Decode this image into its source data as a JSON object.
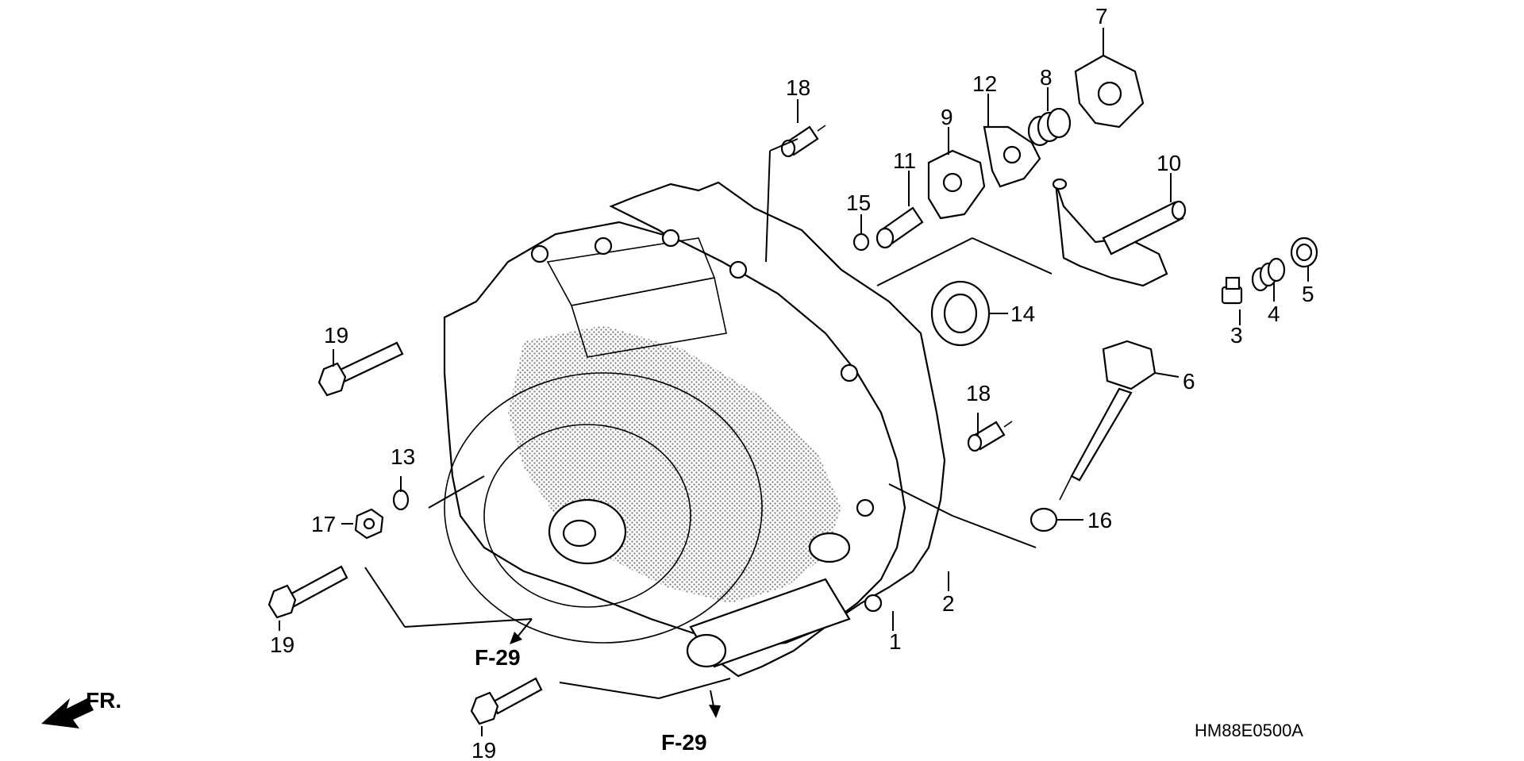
{
  "diagram": {
    "code": "HM88E0500A",
    "front_label": "FR.",
    "ref_labels": {
      "f29_a": "F-29",
      "f29_b": "F-29"
    },
    "callouts": [
      {
        "id": "c1",
        "text": "1"
      },
      {
        "id": "c2",
        "text": "2"
      },
      {
        "id": "c3",
        "text": "3"
      },
      {
        "id": "c4",
        "text": "4"
      },
      {
        "id": "c5",
        "text": "5"
      },
      {
        "id": "c6",
        "text": "6"
      },
      {
        "id": "c7",
        "text": "7"
      },
      {
        "id": "c8",
        "text": "8"
      },
      {
        "id": "c9",
        "text": "9"
      },
      {
        "id": "c10",
        "text": "10"
      },
      {
        "id": "c11",
        "text": "11"
      },
      {
        "id": "c12",
        "text": "12"
      },
      {
        "id": "c13",
        "text": "13"
      },
      {
        "id": "c14",
        "text": "14"
      },
      {
        "id": "c15",
        "text": "15"
      },
      {
        "id": "c16",
        "text": "16"
      },
      {
        "id": "c17",
        "text": "17"
      },
      {
        "id": "c18a",
        "text": "18"
      },
      {
        "id": "c18b",
        "text": "18"
      },
      {
        "id": "c19a",
        "text": "19"
      },
      {
        "id": "c19b",
        "text": "19"
      },
      {
        "id": "c19c",
        "text": "19"
      }
    ]
  }
}
